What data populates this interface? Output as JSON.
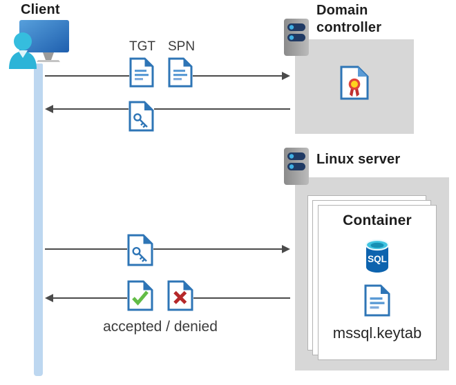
{
  "client": {
    "label": "Client"
  },
  "domain_controller": {
    "label": "Domain controller"
  },
  "linux_server": {
    "label": "Linux server"
  },
  "container": {
    "label": "Container",
    "sql_label": "SQL",
    "keytab_label": "mssql.keytab"
  },
  "flows": {
    "tgt_label": "TGT",
    "spn_label": "SPN",
    "accepted_denied_label": "accepted / denied"
  },
  "icons": {
    "client": "user-at-monitor-icon",
    "domain_controller": "server-icon",
    "linux_server": "server-icon",
    "certificate": "certificate-document-icon",
    "tgt": "document-icon",
    "spn": "document-icon",
    "ticket": "key-ticket-document-icon",
    "accepted": "check-document-icon",
    "denied": "x-document-icon",
    "sql": "sql-database-icon",
    "keytab": "document-icon"
  },
  "colors": {
    "document_blue": "#2e75b6",
    "document_line_blue": "#5b9bd5",
    "accepted_green": "#62bc46",
    "denied_red": "#b5282a",
    "certificate_yellow": "#ffd21e",
    "certificate_red": "#e0443a",
    "client_cyan": "#2fb9dc",
    "monitor_blue": "#2e74c8",
    "lifeline_blue": "#bdd7f0",
    "server_bar_navy": "#203a64",
    "server_dot_blue": "#3fb0e4",
    "panel_gray": "#d7d7d7",
    "sql_body_blue": "#0d63ae",
    "sql_top_cyan": "#3fc3e0",
    "arrow_gray": "#4a4a4a"
  }
}
